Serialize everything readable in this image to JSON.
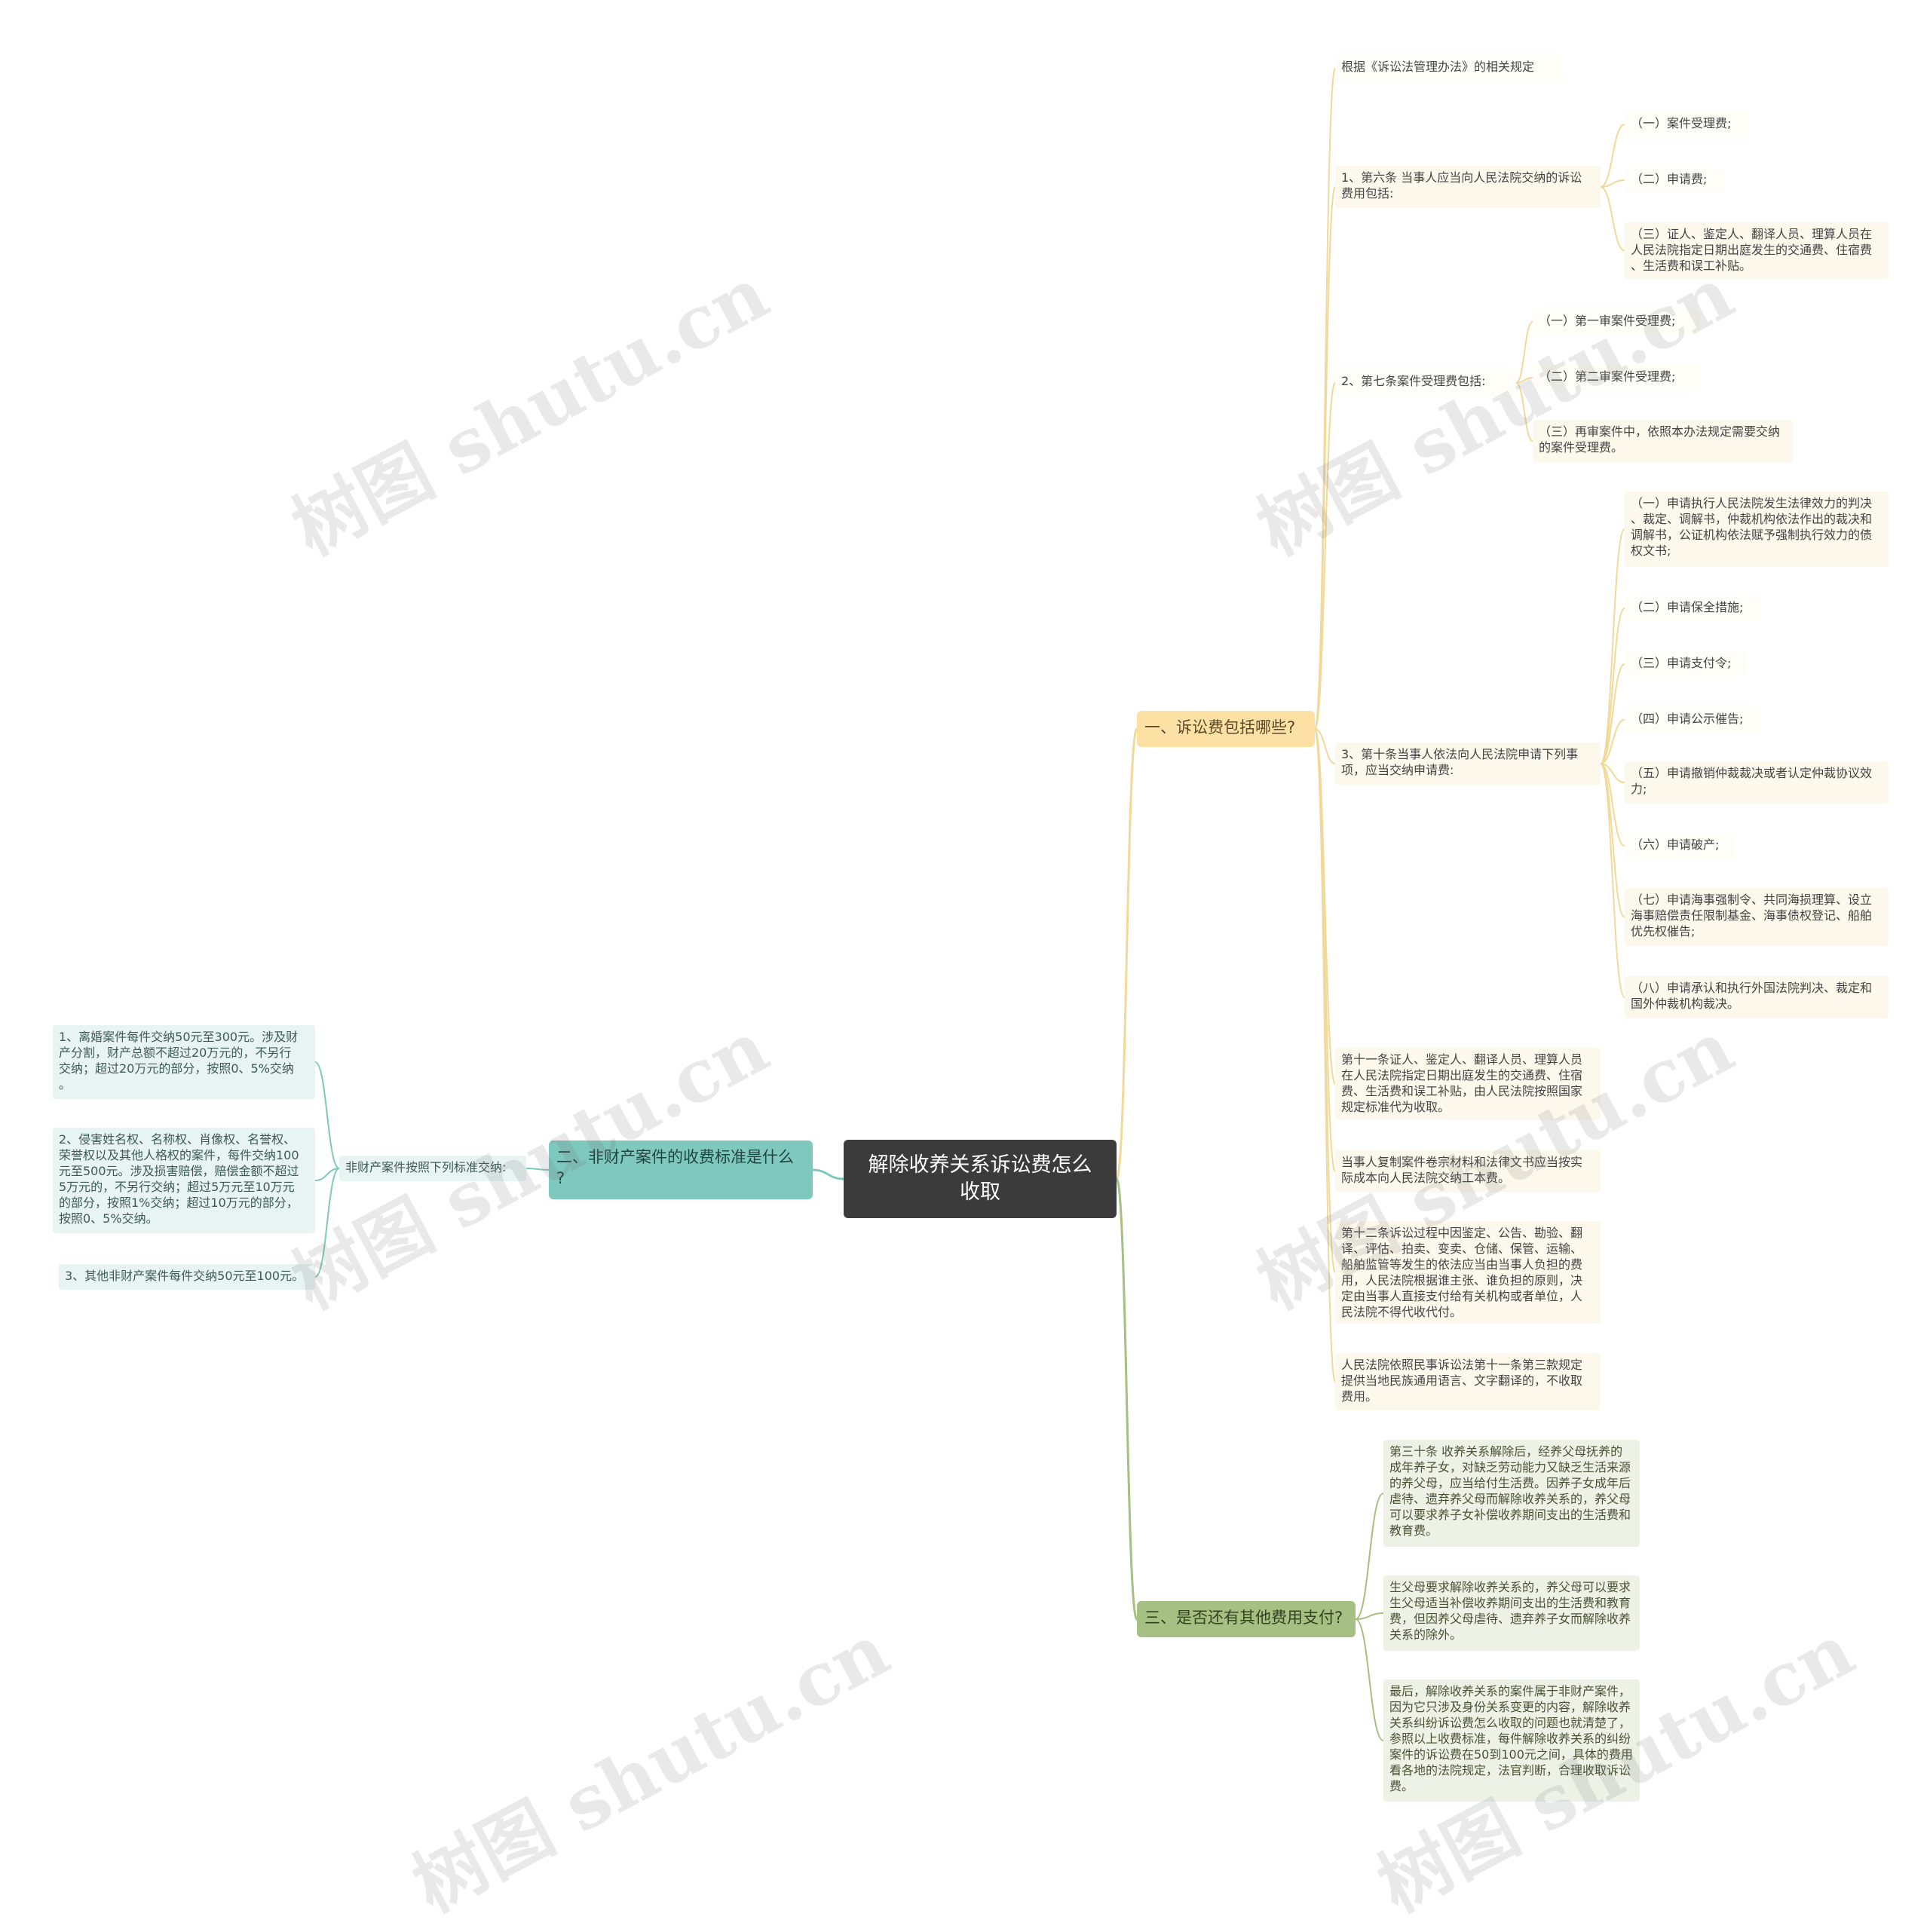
{
  "root": {
    "label": "解除收养关系诉讼费怎么\n收取"
  },
  "branch1": {
    "label": "一、诉讼费包括哪些?",
    "intro": "根据《诉讼法管理办法》的相关规定",
    "art6": {
      "label": "1、第六条 当事人应当向人民法院交纳的诉讼\n费用包括:",
      "items": [
        "（一）案件受理费;",
        "（二）申请费;",
        "（三）证人、鉴定人、翻译人员、理算人员在\n人民法院指定日期出庭发生的交通费、住宿费\n、生活费和误工补贴。"
      ]
    },
    "art7": {
      "label": "2、第七条案件受理费包括:",
      "items": [
        "（一）第一审案件受理费;",
        "（二）第二审案件受理费;",
        "（三）再审案件中，依照本办法规定需要交纳\n的案件受理费。"
      ]
    },
    "art10": {
      "label": "3、第十条当事人依法向人民法院申请下列事\n项，应当交纳申请费:",
      "items": [
        "（一）申请执行人民法院发生法律效力的判决\n、裁定、调解书，仲裁机构依法作出的裁决和\n调解书，公证机构依法赋予强制执行效力的债\n权文书;",
        "（二）申请保全措施;",
        "（三）申请支付令;",
        "（四）申请公示催告;",
        "（五）申请撤销仲裁裁决或者认定仲裁协议效\n力;",
        "（六）申请破产;",
        "（七）申请海事强制令、共同海损理算、设立\n海事赔偿责任限制基金、海事债权登记、船舶\n优先权催告;",
        "（八）申请承认和执行外国法院判决、裁定和\n国外仲裁机构裁决。"
      ]
    },
    "art11": "第十一条证人、鉴定人、翻译人员、理算人员\n在人民法院指定日期出庭发生的交通费、住宿\n费、生活费和误工补贴，由人民法院按照国家\n规定标准代为收取。",
    "copy": "当事人复制案件卷宗材料和法律文书应当按实\n际成本向人民法院交纳工本费。",
    "art12": "第十二条诉讼过程中因鉴定、公告、勘验、翻\n译、评估、拍卖、变卖、仓储、保管、运输、\n船舶监管等发生的依法应当由当事人负担的费\n用，人民法院根据谁主张、谁负担的原则，决\n定由当事人直接支付给有关机构或者单位，人\n民法院不得代收代付。",
    "translate": "人民法院依照民事诉讼法第十一条第三款规定\n提供当地民族通用语言、文字翻译的，不收取\n费用。"
  },
  "branch2": {
    "label": "二、非财产案件的收费标准是什么\n?",
    "sub": "非财产案件按照下列标准交纳:",
    "items": [
      "1、离婚案件每件交纳50元至300元。涉及财\n产分割，财产总额不超过20万元的，不另行\n交纳；超过20万元的部分，按照0、5%交纳\n。",
      "2、侵害姓名权、名称权、肖像权、名誉权、\n荣誉权以及其他人格权的案件，每件交纳100\n元至500元。涉及损害赔偿，赔偿金额不超过\n5万元的，不另行交纳；超过5万元至10万元\n的部分，按照1%交纳；超过10万元的部分，\n按照0、5%交纳。",
      "3、其他非财产案件每件交纳50元至100元。"
    ]
  },
  "branch3": {
    "label": "三、是否还有其他费用支付?",
    "items": [
      "第三十条 收养关系解除后，经养父母抚养的\n成年养子女，对缺乏劳动能力又缺乏生活来源\n的养父母，应当给付生活费。因养子女成年后\n虐待、遗弃养父母而解除收养关系的，养父母\n可以要求养子女补偿收养期间支出的生活费和\n教育费。",
      "生父母要求解除收养关系的，养父母可以要求\n生父母适当补偿收养期间支出的生活费和教育\n费，但因养父母虐待、遗弃养子女而解除收养\n关系的除外。",
      "最后，解除收养关系的案件属于非财产案件，\n因为它只涉及身份关系变更的内容，解除收养\n关系纠纷诉讼费怎么收取的问题也就清楚了，\n参照以上收费标准，每件解除收养关系的纠纷\n案件的诉讼费在50到100元之间，具体的费用\n看各地的法院规定，法官判断，合理收取诉讼\n费。"
    ]
  },
  "watermark": "树图 shutu.cn",
  "colors": {
    "root": "#3b3b3b",
    "branch1": "#fde1a4",
    "branch2": "#7ec8bd",
    "branch3": "#a6bf83",
    "line1": "#f0d999",
    "line2": "#7ec8bd",
    "line3": "#a6bf83"
  }
}
